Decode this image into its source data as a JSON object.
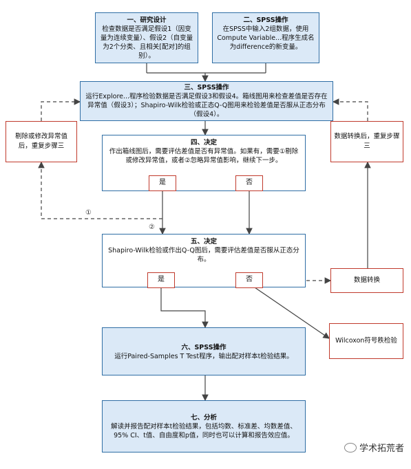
{
  "step1": {
    "title": "一、研究设计",
    "text": "检查数据是否满足假设1（因变量为连续变量）、假设2（自变量为2个分类、且相关[配对]的组别）。"
  },
  "step2": {
    "title": "二、SPSS操作",
    "text": "在SPSS中输入2组数据，使用Compute Variable...程序生成名为difference的新变量。"
  },
  "step3": {
    "title": "三、SPSS操作",
    "text": "运行Explore...程序检验数据是否满足假设3和假设4。箱线图用来检查差值是否存在异常值（假设3）；Shapiro-Wilk检验或正态Q-Q图用来检验差值是否服从正态分布（假设4）。"
  },
  "step4": {
    "title": "四、决定",
    "text": "作出箱线图后，需要评估差值是否有异常值。如果有，需要①剔除或修改异常值，或者②忽略异常值影响，继续下一步。",
    "yes": "是",
    "no": "否"
  },
  "step5": {
    "title": "五、决定",
    "text": "Shapiro-Wilk检验或作出Q-Q图后，需要评估差值是否服从正态分布。",
    "yes": "是",
    "no": "否"
  },
  "step6": {
    "title": "六、SPSS操作",
    "text": "运行Paired-Samples T Test程序，输出配对样本t检验结果。"
  },
  "step7": {
    "title": "七、分析",
    "text": "解读并报告配对样本t检验结果，包括均数、标准差、均数差值、95% CI、t值、自由度和p值，同时也可以计算和报告效应值。"
  },
  "left_box": "剔除或修改异常值后，重复步骤三",
  "right_box": "数据转换后，重复步骤三",
  "transform_box": "数据转换",
  "wilcoxon_box": "Wilcoxon符号秩检验",
  "marker1": "①",
  "marker2": "②",
  "watermark": "学术拓荒者"
}
